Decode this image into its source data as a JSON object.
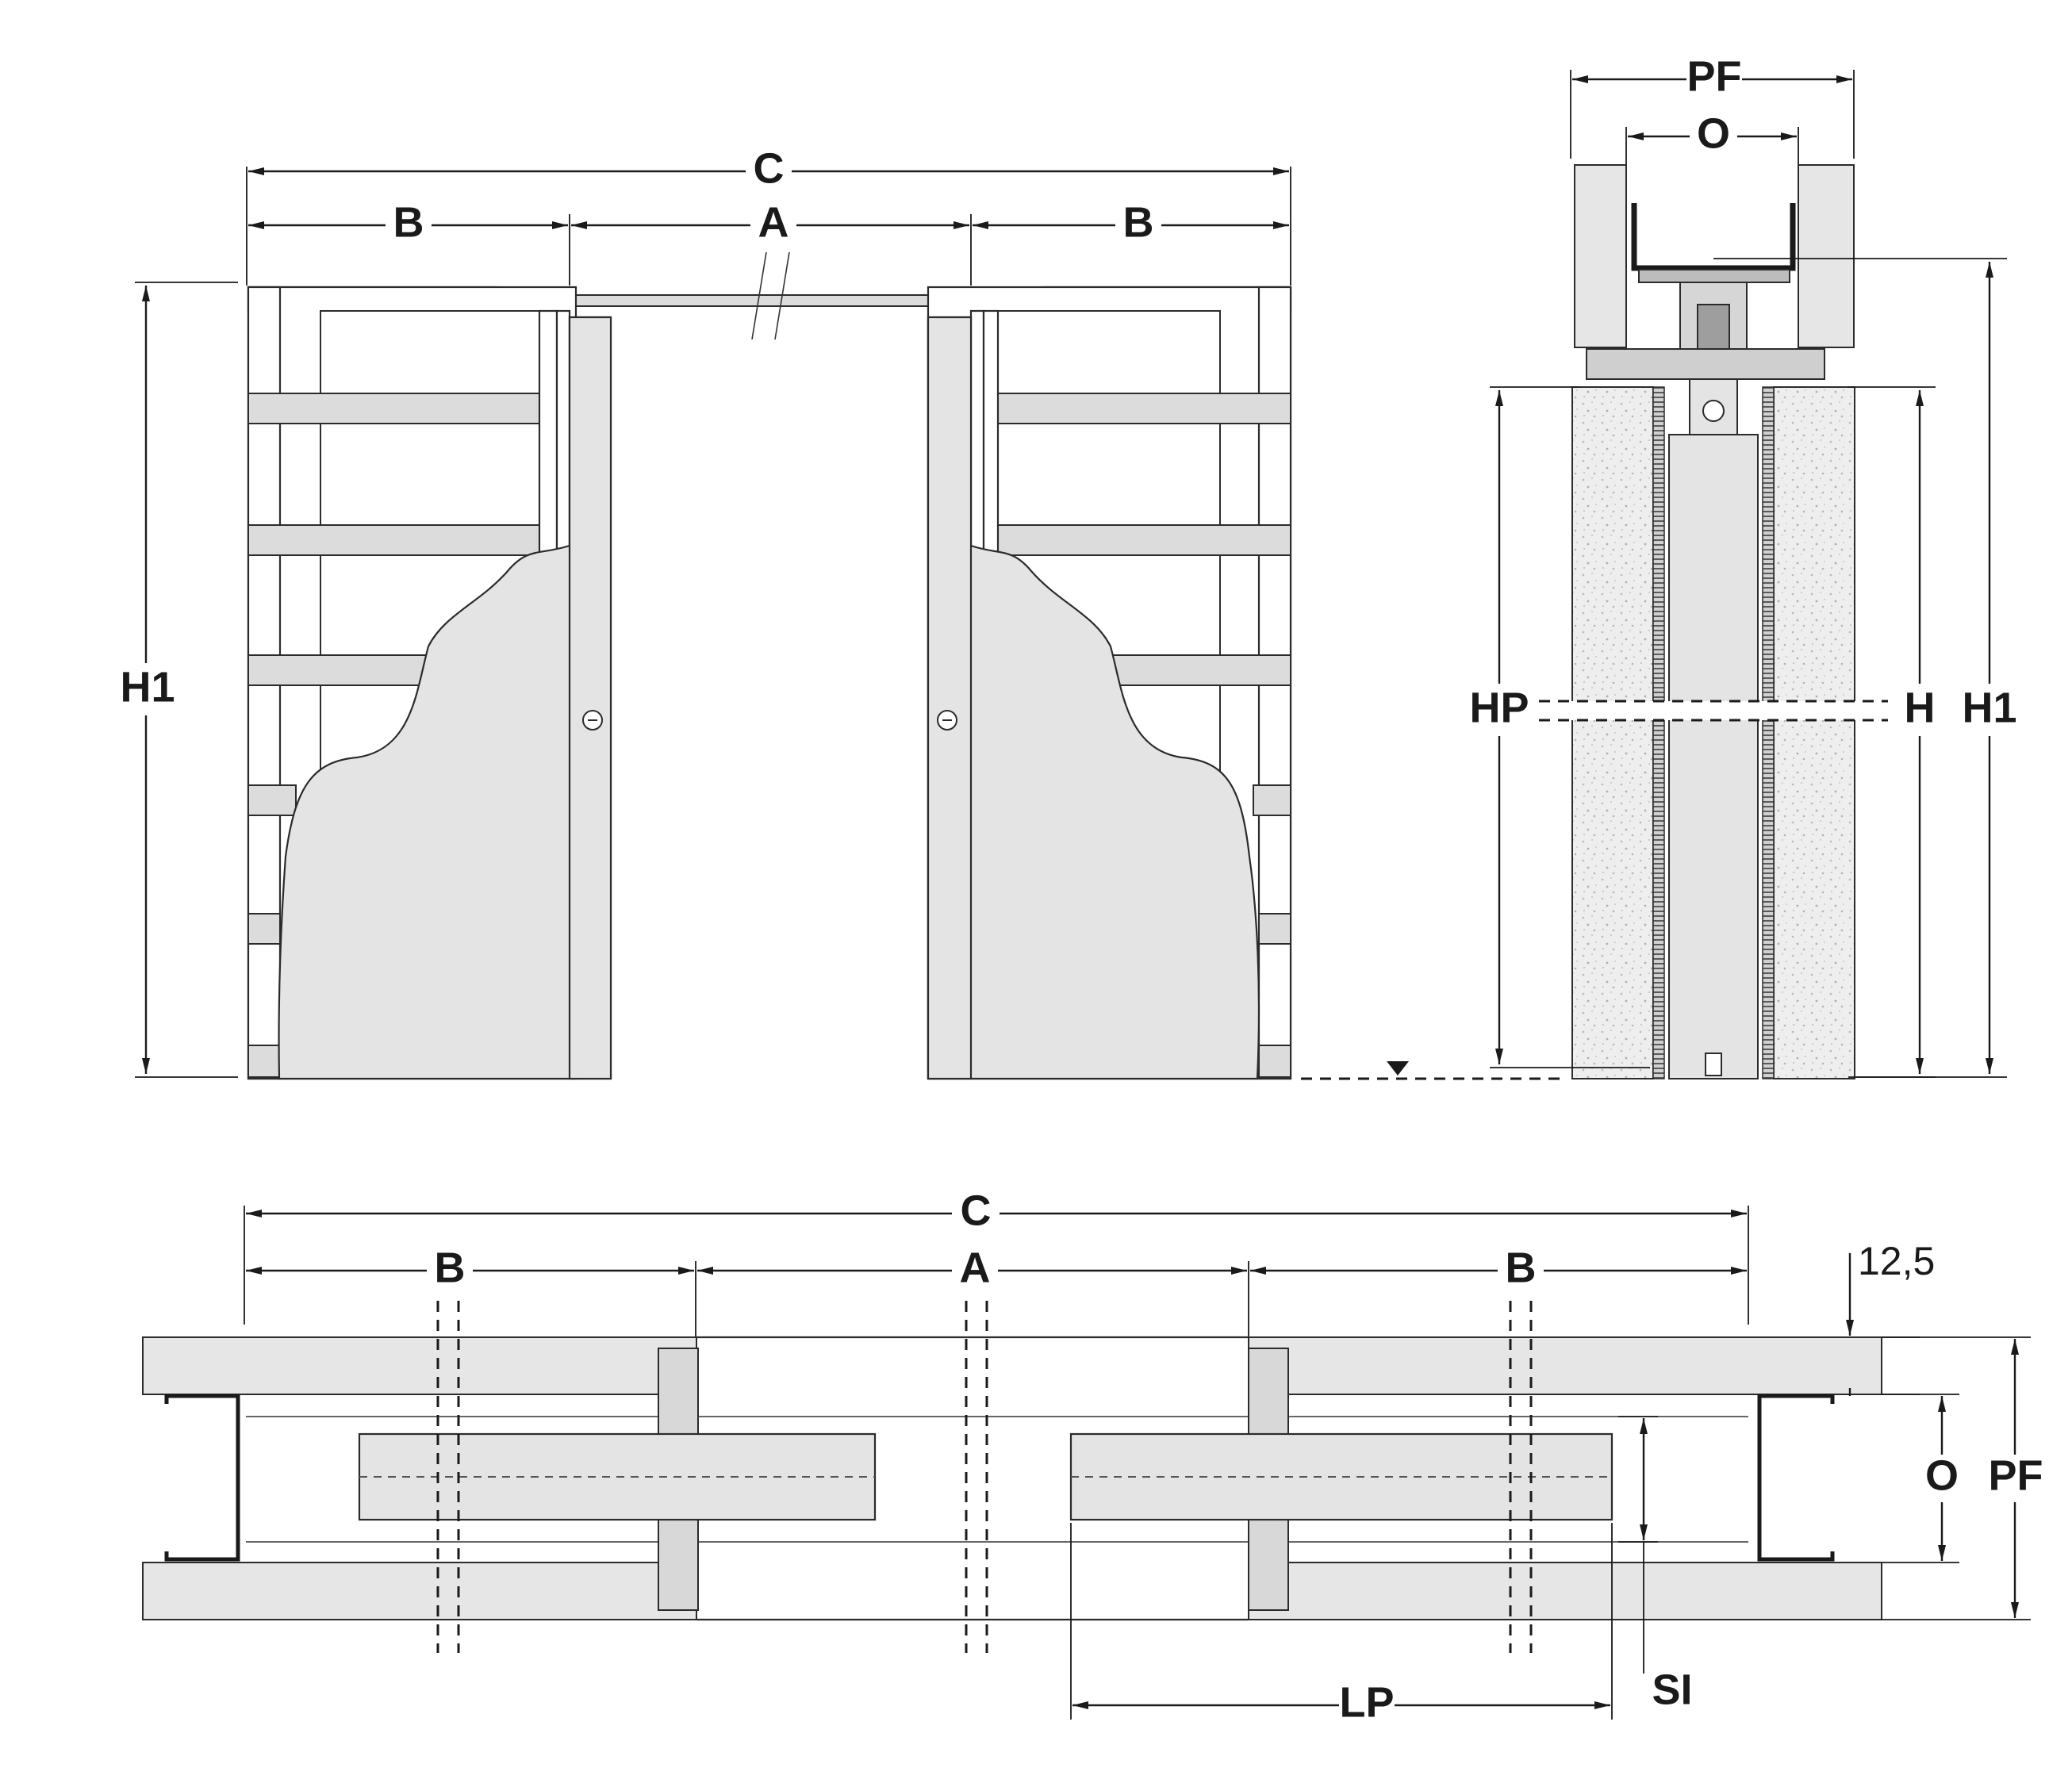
{
  "elevation": {
    "dim_C": "C",
    "dim_B_left": "B",
    "dim_A": "A",
    "dim_B_right": "B",
    "dim_H1": "H1"
  },
  "section": {
    "dim_PF": "PF",
    "dim_O": "O",
    "dim_HP": "HP",
    "dim_H": "H",
    "dim_H1": "H1"
  },
  "plan": {
    "dim_C": "C",
    "dim_B_left": "B",
    "dim_A": "A",
    "dim_B_right": "B",
    "dim_12_5": "12,5",
    "dim_O": "O",
    "dim_PF": "PF",
    "dim_LP": "LP",
    "dim_SI": "SI"
  },
  "colors": {
    "line": "#1a1a1a",
    "panel_fill": "#e4e4e4",
    "background": "#ffffff"
  }
}
